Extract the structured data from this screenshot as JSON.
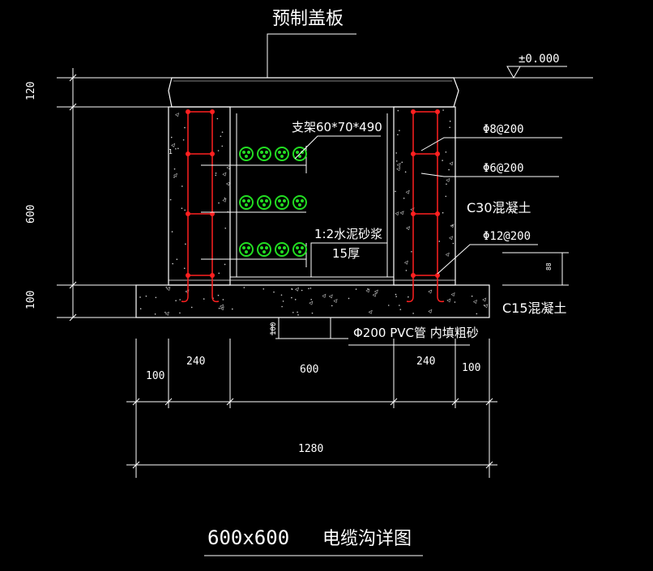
{
  "labels": {
    "precast_cover": "预制盖板",
    "elevation": "±0.000",
    "support": "支架60*70*490",
    "rebar_phi8": "Φ8@200",
    "rebar_phi6": "Φ6@200",
    "c30": "C30混凝土",
    "mortar": "1:2水泥砂浆",
    "mortar_thk": "15厚",
    "rebar_phi12": "Φ12@200",
    "c15": "C15混凝土",
    "pvc": "Φ200 PVC管 内填粗砂",
    "pvc_dim": "100",
    "small_dim": "88",
    "small_mark": "1",
    "title_size": "600x600",
    "title_name": "电缆沟详图"
  },
  "dimensions": {
    "left_vertical": [
      "120",
      "600",
      "100"
    ],
    "horizontal": [
      "100",
      "240",
      "600",
      "240",
      "100"
    ],
    "total": "1280"
  },
  "colors": {
    "background": "#000000",
    "outline": "#ffffff",
    "rebar": "#ff2020",
    "cable": "#22dd22",
    "dimension": "#ffffff"
  }
}
